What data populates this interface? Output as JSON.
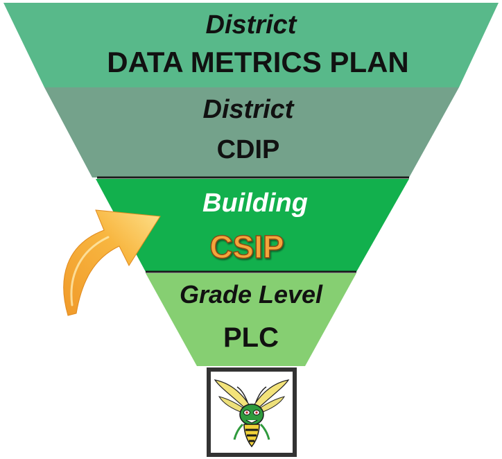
{
  "funnel": {
    "levels": [
      {
        "id": "data-metrics-plan",
        "line1": "District",
        "line2": "DATA METRICS PLAN",
        "fill": "#58b98a",
        "line1_color": "#111111",
        "line2_color": "#111111"
      },
      {
        "id": "cdip",
        "line1": "District",
        "line2": "CDIP",
        "fill": "#74a28b",
        "line1_color": "#111111",
        "line2_color": "#111111"
      },
      {
        "id": "csip",
        "line1": "Building",
        "line2": "CSIP",
        "fill": "#12b04d",
        "line1_color": "#ffffff",
        "line2_color": "#f4a53b"
      },
      {
        "id": "plc",
        "line1": "Grade Level",
        "line2": "PLC",
        "fill": "#86cf72",
        "line1_color": "#111111",
        "line2_color": "#111111"
      }
    ],
    "highlight_arrow": {
      "color": "#f7b23b",
      "points_to": "csip"
    }
  },
  "logo": {
    "mascot": "hornet-mascot",
    "frame_color": "#333333"
  }
}
